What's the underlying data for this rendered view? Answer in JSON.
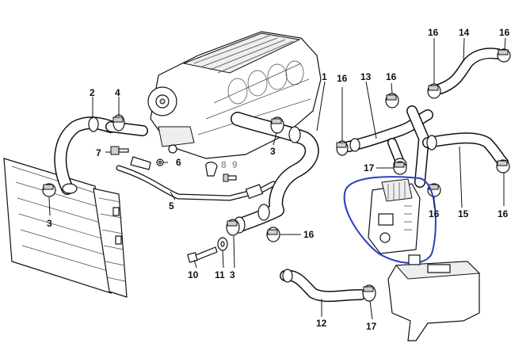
{
  "diagram": {
    "labels": {
      "l1": "1",
      "l2": "2",
      "l3a": "3",
      "l3b": "3",
      "l3c": "3",
      "l4": "4",
      "l5": "5",
      "l6": "6",
      "l7": "7",
      "l8": "8",
      "l9": "9",
      "l10": "10",
      "l11": "11",
      "l12": "12",
      "l13": "13",
      "l14": "14",
      "l15": "15",
      "l16a": "16",
      "l16b": "16",
      "l16c": "16",
      "l16d": "16",
      "l16e": "16",
      "l16f": "16",
      "l16g": "16",
      "l17a": "17",
      "l17b": "17"
    },
    "colors": {
      "ink": "#111111",
      "highlight_circle": "#2b3fbf",
      "faded_label": "#9a9a9a"
    }
  }
}
